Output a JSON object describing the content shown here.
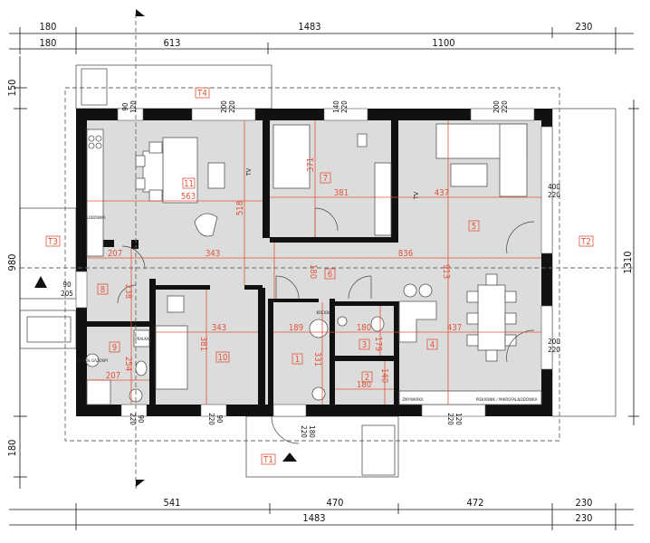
{
  "dimensions": {
    "top_row1": [
      "180",
      "1483",
      "230"
    ],
    "top_row2": [
      "180",
      "613",
      "1100"
    ],
    "bottom_row1": [
      "541",
      "470",
      "472",
      "230"
    ],
    "bottom_row2": [
      "1483",
      "230"
    ],
    "left": [
      "150",
      "980",
      "180"
    ],
    "right": [
      "1310"
    ]
  },
  "rooms": {
    "r11": "11",
    "r7": "7",
    "r5": "5",
    "r6": "6",
    "r8": "8",
    "r9": "9",
    "r10": "10",
    "r1": "1",
    "r3": "3",
    "r2": "2",
    "r4": "4"
  },
  "terraces": {
    "t1": "T1",
    "t2": "T2",
    "t3": "T3",
    "t4": "T4"
  },
  "room_dims": {
    "d563": "563",
    "d518": "518",
    "d343a": "343",
    "d207a": "207",
    "d371": "371",
    "d381a": "381",
    "d437a": "437",
    "d836": "836",
    "d180a": "180",
    "d913": "913",
    "d238": "238",
    "d343b": "343",
    "d381b": "381",
    "d254": "254",
    "d207b": "207",
    "d189": "189",
    "d331": "331",
    "d180b": "180",
    "d179": "179",
    "d180c": "180",
    "d140": "140",
    "d437b": "437"
  },
  "openings": {
    "w1": [
      "90",
      "120"
    ],
    "w2": [
      "200",
      "220"
    ],
    "w3": [
      "140",
      "220"
    ],
    "w4": [
      "200",
      "220"
    ],
    "w5": [
      "400",
      "220"
    ],
    "w6": [
      "200",
      "220"
    ],
    "w7": [
      "90",
      "205"
    ],
    "w8": [
      "220",
      "90"
    ],
    "w9": [
      "220",
      "90"
    ],
    "w10": [
      "220",
      "180"
    ],
    "w11": [
      "220",
      "120"
    ]
  },
  "fixtures": {
    "fridge1": "LODÓWKA",
    "washer": "PRALKA",
    "boiler1": "KOCIOŁ GAZOWY",
    "boiler2": "KOCIOŁ",
    "dishwasher": "ZMYWARKA",
    "oven": "PIEKARNIK / MIKROFALA",
    "fridge2": "LODÓWKA",
    "tv1": "TV",
    "tv2": "TV"
  },
  "colors": {
    "walls": "#111111",
    "floor": "#dcdcdc",
    "room_dimensions": "#e0553a"
  }
}
